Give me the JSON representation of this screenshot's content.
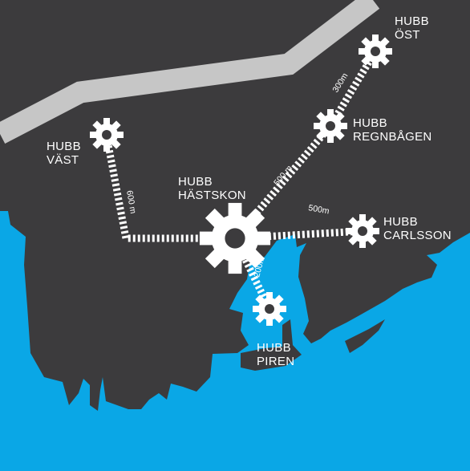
{
  "colors": {
    "land": "#3c3b3d",
    "water": "#0aa7e6",
    "road": "#c6c6c6",
    "road_edge": "#ffffff",
    "marker": "#ffffff"
  },
  "hubs": {
    "vast": {
      "line1": "HUBB",
      "line2": "VÄST",
      "icon": "gear-icon"
    },
    "hastskon": {
      "line1": "HUBB",
      "line2": "HÄSTSKON",
      "icon": "gear-icon"
    },
    "regnbagen": {
      "line1": "HUBB",
      "line2": "REGNBÅGEN",
      "icon": "gear-icon"
    },
    "ost": {
      "line1": "HUBB",
      "line2": "ÖST",
      "icon": "gear-icon"
    },
    "carlsson": {
      "line1": "HUBB",
      "line2": "CARLSSON",
      "icon": "gear-icon"
    },
    "piren": {
      "line1": "HUBB",
      "line2": "PIREN",
      "icon": "gear-icon"
    }
  },
  "distances": {
    "vast": "600 m",
    "regnbagen": "500 m",
    "ost": "300m",
    "carlsson": "500m",
    "piren": "200m"
  }
}
